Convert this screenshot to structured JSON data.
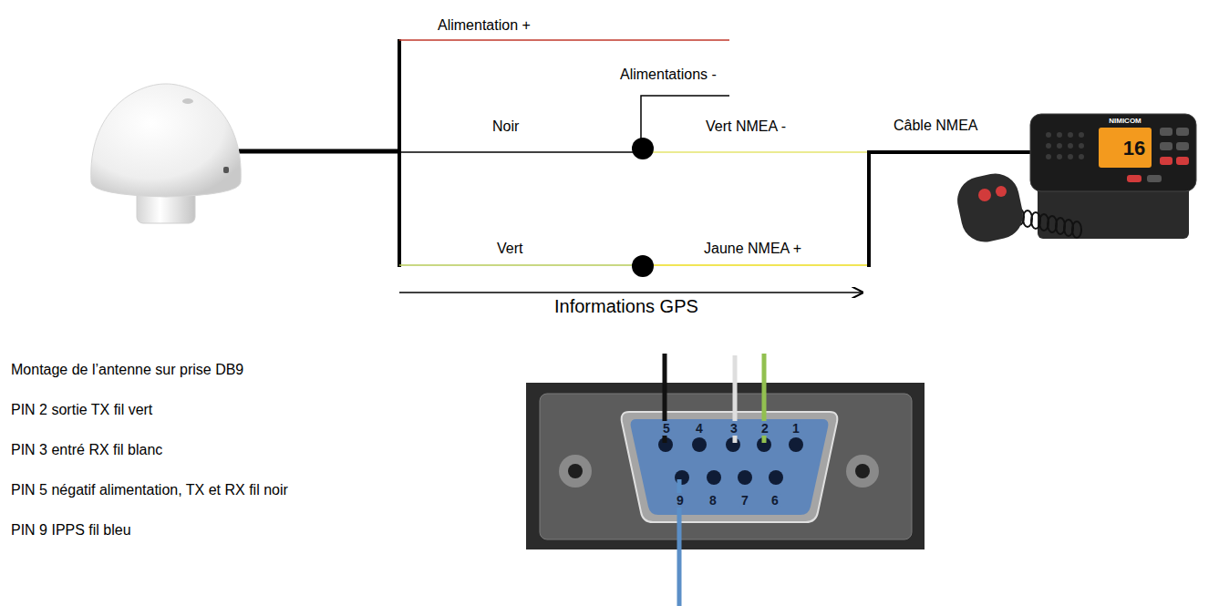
{
  "diagram": {
    "labels": [
      "Alimentation +",
      "Alimentations -",
      "Noir",
      "Vert NMEA -",
      "Câble NMEA",
      "Vert",
      "Jaune NMEA +",
      "Informations GPS",
      "Montage de l’antenne sur prise DB9",
      "PIN 2 sortie TX fil vert",
      "PIN 3 entré RX fil blanc",
      "PIN 5 négatif alimentation, TX et RX fil noir",
      "PIN 9 IPPS fil bleu",
      "5",
      "4",
      "3",
      "2",
      "1",
      "9",
      "8",
      "7",
      "6",
      "NIMICOM",
      "16"
    ]
  }
}
